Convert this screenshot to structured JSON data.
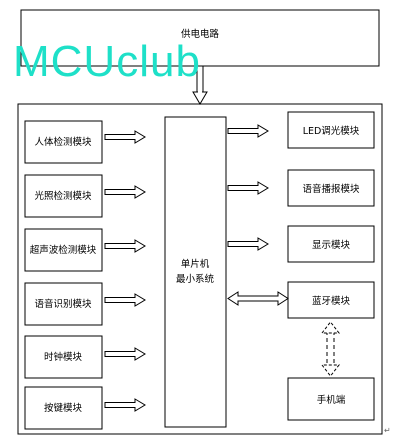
{
  "power_box": {
    "label": "供电电路"
  },
  "watermark": {
    "text": "MCUclub",
    "color": "#1ee0c8"
  },
  "mcu": {
    "line1": "单片机",
    "line2": "最小系统"
  },
  "inputs": [
    {
      "id": "human",
      "label": "人体检测模块"
    },
    {
      "id": "light",
      "label": "光照检测模块"
    },
    {
      "id": "ultra",
      "label": "超声波检测模块"
    },
    {
      "id": "voice",
      "label": "语音识别模块"
    },
    {
      "id": "clock",
      "label": "时钟模块"
    },
    {
      "id": "keys",
      "label": "按键模块"
    }
  ],
  "outputs": [
    {
      "id": "led",
      "label": "LED调光模块"
    },
    {
      "id": "speech",
      "label": "语音播报模块"
    },
    {
      "id": "display",
      "label": "显示模块"
    },
    {
      "id": "bt",
      "label": "蓝牙模块"
    }
  ],
  "phone": {
    "label": "手机端"
  },
  "corner_mark": "↵"
}
